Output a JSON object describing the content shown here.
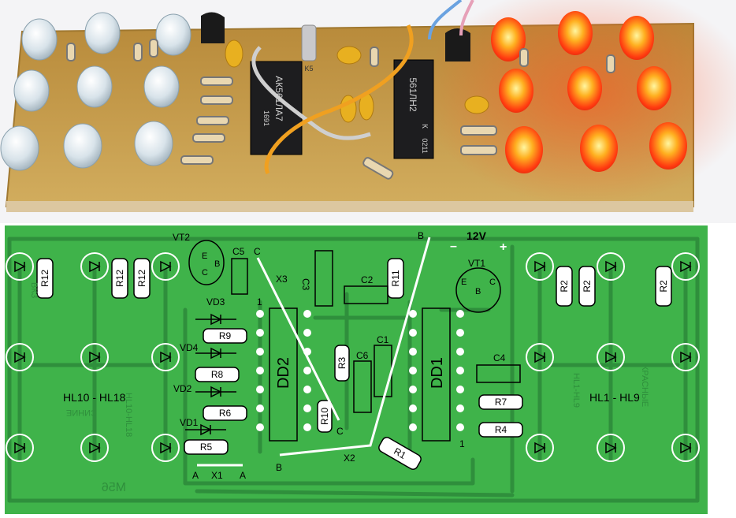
{
  "photo": {
    "left_ic_marking": "АК561ЛА7",
    "left_ic_code": "1691",
    "right_ic_marking": "561ЛН2",
    "right_ic_prefix": "К",
    "right_ic_code": "0211",
    "cap_marking": "K5",
    "colors": {
      "led_white": "#dfe8ee",
      "led_red": "#ff3a10",
      "board": "#c49a45"
    }
  },
  "pcb": {
    "colors": {
      "board": "#3fb34a",
      "trace": "#2f8f3c",
      "text": "#000000",
      "wire": "#ffffff"
    },
    "left_group": {
      "label": "HL10 - HL18",
      "color_word": "СИНИЕ",
      "mirrored_label": "HL10-HL18"
    },
    "right_group": {
      "label": "HL1 - HL9",
      "color_word": "КРАСНЫЕ",
      "mirrored_label": "HL1-HL9"
    },
    "ic_left": "DD2",
    "ic_right": "DD1",
    "transistors": {
      "vt2": {
        "name": "VT2",
        "pins": [
          "E",
          "B",
          "C"
        ]
      },
      "vt1": {
        "name": "VT1",
        "pins": [
          "E",
          "B",
          "C"
        ]
      }
    },
    "resistors": [
      "R12",
      "R12",
      "R12",
      "R9",
      "R8",
      "R6",
      "R5",
      "R3",
      "R10",
      "R11",
      "R1",
      "R7",
      "R4",
      "R2",
      "R2",
      "R2"
    ],
    "capacitors": [
      "C5",
      "C3",
      "C2",
      "C6",
      "C1",
      "C4"
    ],
    "diodes": [
      "VD3",
      "VD4",
      "VD2",
      "VD1"
    ],
    "power": {
      "voltage": "12V",
      "minus": "–",
      "plus": "+"
    },
    "jumpers": {
      "x1": "X1",
      "x2": "X2",
      "x3": "X3"
    },
    "pads": {
      "a": "A",
      "b": "B",
      "c": "C",
      "pin1": "1"
    },
    "board_mark": "M56",
    "watermark": "ВКЗ"
  }
}
